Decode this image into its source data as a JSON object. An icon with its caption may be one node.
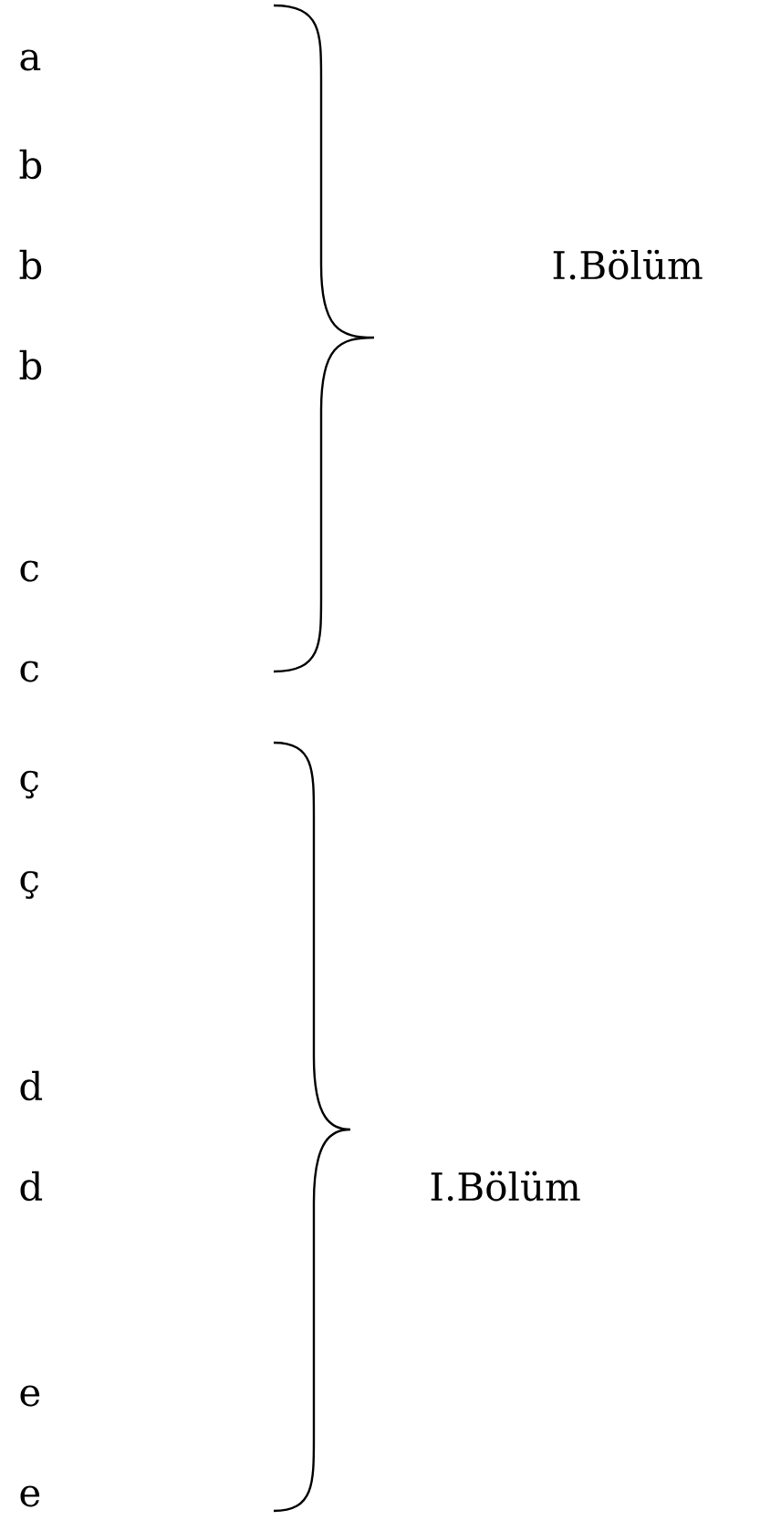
{
  "diagram": {
    "labels": [
      "a",
      "b",
      "b",
      "I.Bölüm",
      "b",
      "c",
      "c",
      "ç",
      "ç",
      "d",
      "d",
      "I.Bölüm",
      "e",
      "e"
    ]
  }
}
